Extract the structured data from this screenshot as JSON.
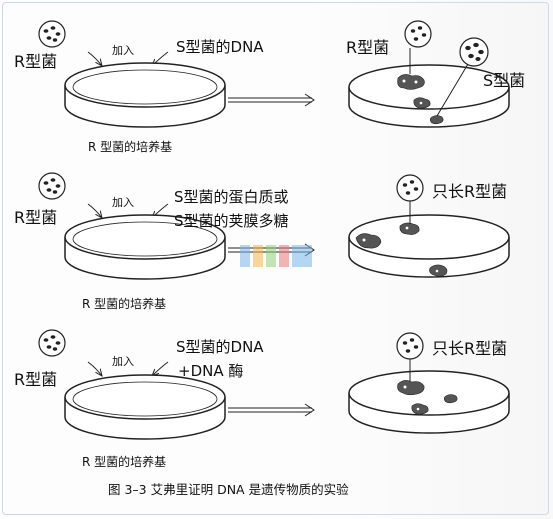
{
  "rows": [
    {
      "bacteria_left": "R型菌",
      "add_label": "加入",
      "added_substance": [
        "S型菌的DNA"
      ],
      "medium_label": "R 型菌的培养基",
      "result_labels": [
        "R型菌",
        "S型菌"
      ]
    },
    {
      "bacteria_left": "R型菌",
      "add_label": "加入",
      "added_substance": [
        "S型菌的蛋白质或",
        "S型菌的荚膜多糖"
      ],
      "medium_label": "R 型菌的培养基",
      "result_labels": [
        "只长R型菌"
      ]
    },
    {
      "bacteria_left": "R型菌",
      "add_label": "加入",
      "added_substance": [
        "S型菌的DNA",
        "+DNA 酶"
      ],
      "medium_label": "R 型菌的培养基",
      "result_labels": [
        "只长R型菌"
      ]
    }
  ],
  "caption": "图 3–3  艾弗里证明 DNA 是遗传物质的实验",
  "colors": {
    "line": "#1a1a1a",
    "colony": "#3a3a3a",
    "frame": "#cfd6e4"
  },
  "icons": [
    "bacteria-cluster-icon",
    "petri-dish-icon",
    "double-arrow-icon",
    "colony-icon",
    "watermark-logo"
  ]
}
